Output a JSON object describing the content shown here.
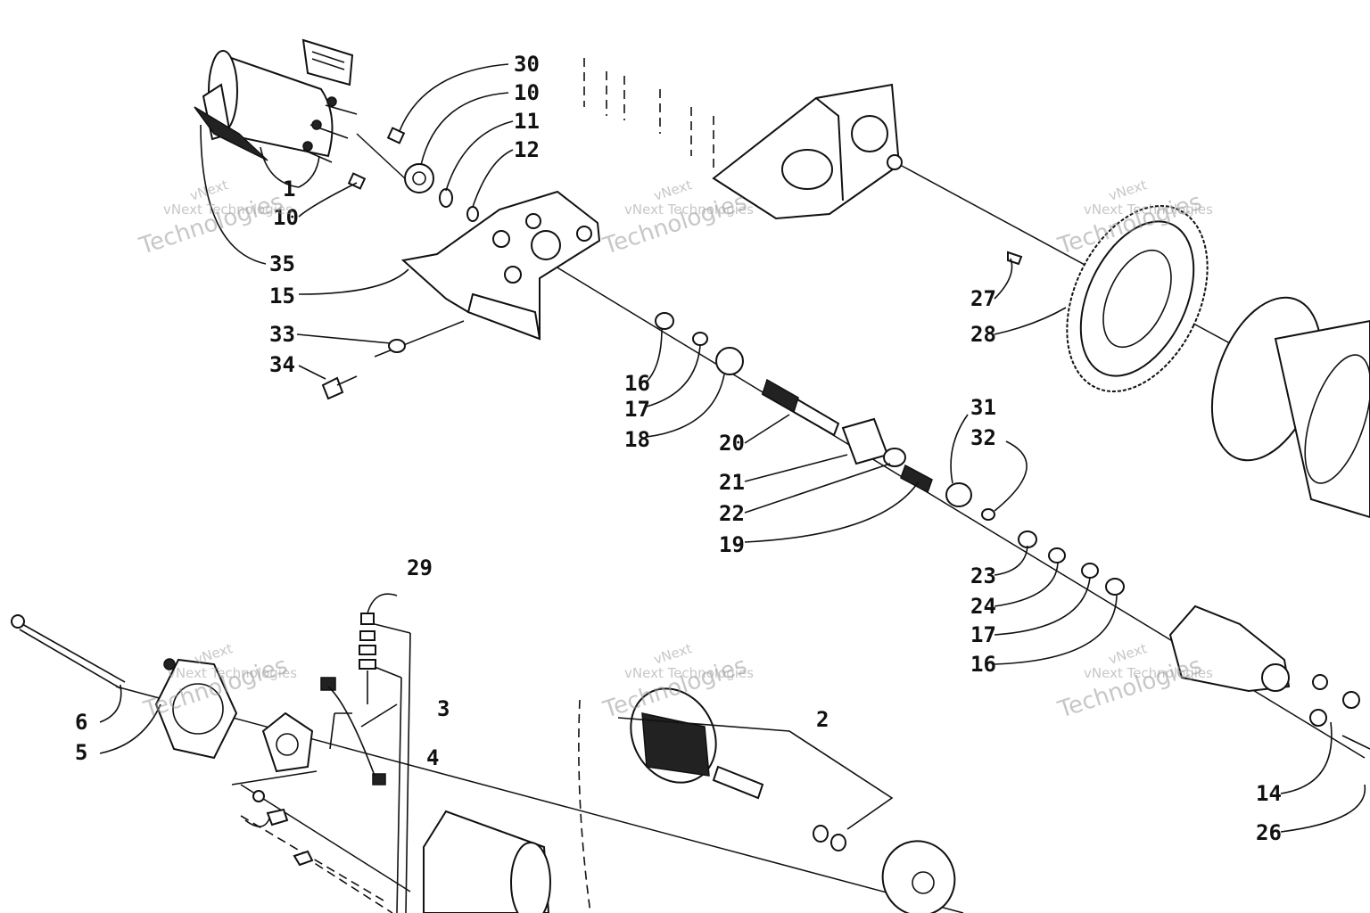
{
  "watermark": {
    "line1": "vNext",
    "line2": "Technologies",
    "combined": "vNext Technologies"
  },
  "callouts": [
    "30",
    "10",
    "11",
    "12",
    "1",
    "10",
    "35",
    "15",
    "33",
    "34",
    "16",
    "17",
    "18",
    "20",
    "21",
    "22",
    "19",
    "31",
    "32",
    "27",
    "28",
    "23",
    "24",
    "17",
    "16",
    "29",
    "3",
    "4",
    "6",
    "5",
    "2",
    "14",
    "26"
  ]
}
